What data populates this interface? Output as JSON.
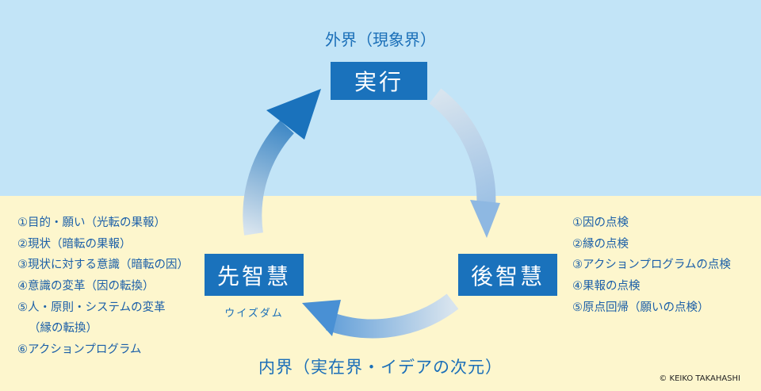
{
  "outer_world": "外界（現象界）",
  "inner_world": "内界（実在界・イデアの次元）",
  "nodes": {
    "top": "実行",
    "left": "先智慧",
    "right": "後智慧"
  },
  "left_subtitle": "ウイズダム",
  "left_list": [
    "①目的・願い（光転の果報）",
    "②現状（暗転の果報）",
    "③現状に対する意識（暗転の因）",
    "④意識の変革（因の転換）",
    "⑤人・原則・システムの変革",
    "（縁の転換）",
    "⑥アクションプログラム"
  ],
  "right_list": [
    "①因の点検",
    "②縁の点検",
    "③アクションプログラムの点検",
    "④果報の点検",
    "⑤原点回帰（願いの点検）"
  ],
  "copyright": "© KEIKO TAKAHASHI",
  "colors": {
    "sky": "#c2e4f7",
    "ground": "#fdf6cd",
    "box": "#1a72bc",
    "text": "#1b6fb8"
  }
}
